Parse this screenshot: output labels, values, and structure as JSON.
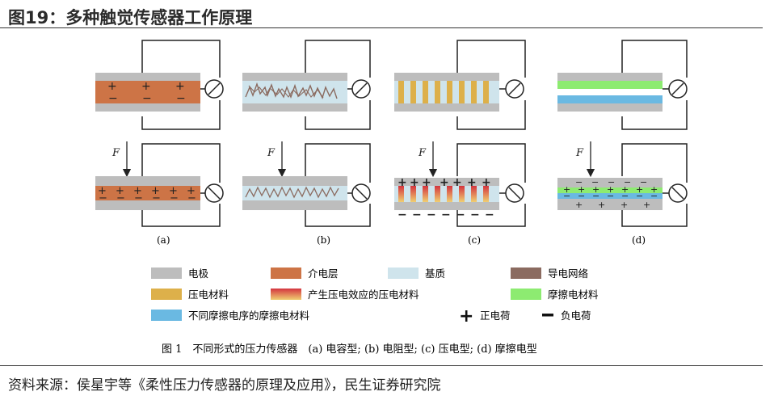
{
  "header": {
    "title": "图19：多种触觉传感器工作原理"
  },
  "panels": [
    {
      "label": "(a)"
    },
    {
      "label": "(b)"
    },
    {
      "label": "(c)"
    },
    {
      "label": "(d)"
    }
  ],
  "force_label": "F",
  "legend": [
    {
      "label": "电极",
      "color": "#bdbdbd"
    },
    {
      "label": "介电层",
      "color": "#cd7446"
    },
    {
      "label": "基质",
      "color": "#cfe4ec"
    },
    {
      "label": "导电网络",
      "color": "#8b6b60"
    },
    {
      "label": "压电材料",
      "color": "#ddb04a"
    },
    {
      "label": "产生压电效应的压电材料",
      "color_top": "#d4343e",
      "color_bottom": "#f0cf72"
    },
    {
      "label": "摩擦电材料",
      "color": "#8deb71"
    },
    {
      "label": "不同摩擦电序的摩擦电材料",
      "color": "#6ab9e2"
    }
  ],
  "charge_legend": {
    "positive": "正电荷",
    "negative": "负电荷",
    "positive_symbol": "+",
    "negative_symbol": "−"
  },
  "caption": "图 1　不同形式的压力传感器　(a) 电容型; (b) 电阻型; (c) 压电型; (d) 摩擦电型",
  "footer": {
    "source": "资料来源：侯星宇等《柔性压力传感器的原理及应用》，民生证券研究院"
  }
}
